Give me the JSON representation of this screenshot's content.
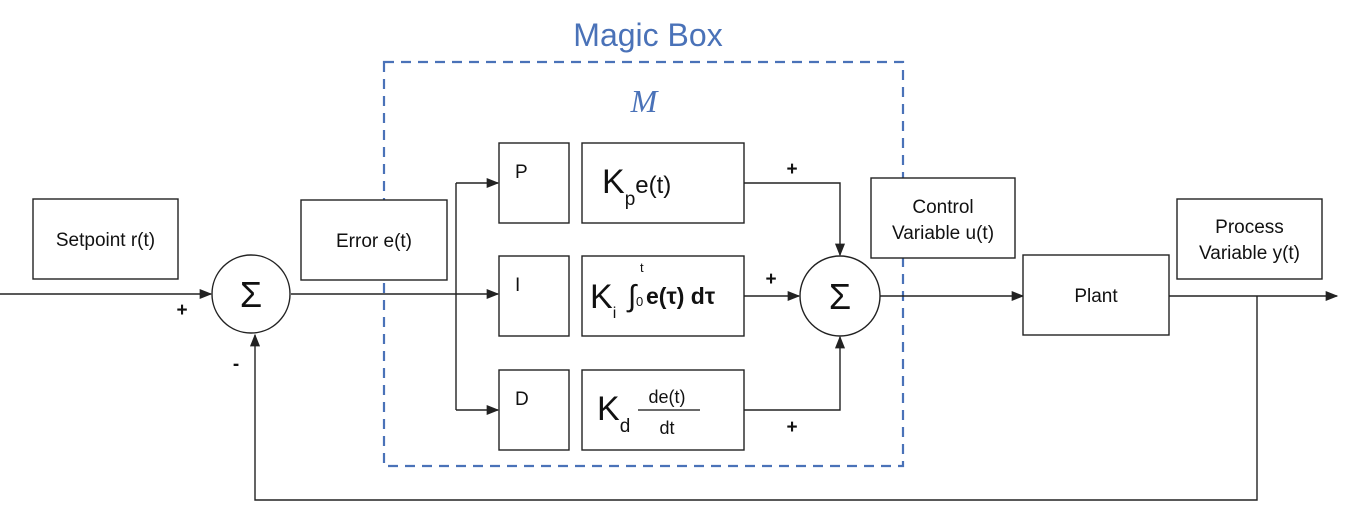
{
  "magic_box": {
    "title": "Magic Box",
    "symbol": "M",
    "border_color": "#4a72b8"
  },
  "blocks": {
    "setpoint": "Setpoint r(t)",
    "error": "Error e(t)",
    "control": [
      "Control",
      "Variable u(t)"
    ],
    "process": [
      "Process",
      "Variable y(t)"
    ],
    "plant": "Plant",
    "p": "P",
    "i": "I",
    "d": "D"
  },
  "summers": {
    "symbol": "Σ"
  },
  "terms": {
    "p": {
      "gain": "K",
      "sub": "p",
      "expr": "e(t)"
    },
    "i": {
      "gain": "K",
      "sub": "i",
      "upper": "t",
      "lower": "0",
      "expr": "e(τ) dτ"
    },
    "d": {
      "gain": "K",
      "sub": "d",
      "num": "de(t)",
      "den": "dt"
    }
  },
  "signs": {
    "input_plus": "+",
    "feedback_minus": "-",
    "p_plus": "+",
    "i_plus": "+",
    "d_plus": "+"
  }
}
